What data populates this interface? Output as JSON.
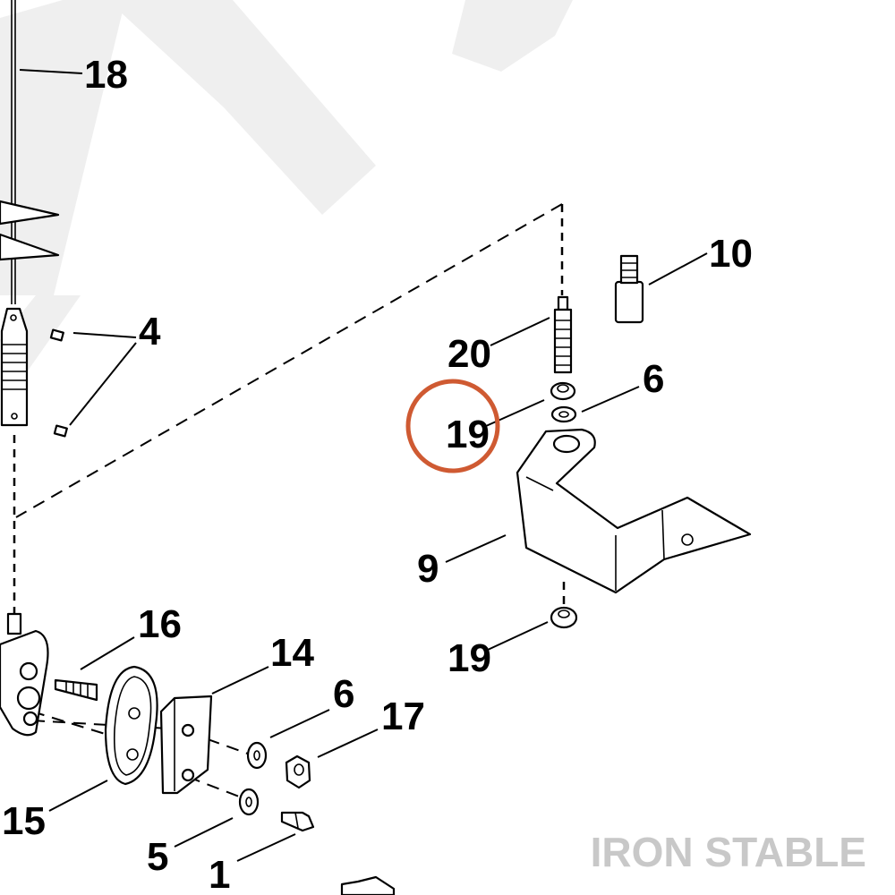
{
  "diagram": {
    "callouts": [
      {
        "id": "18",
        "label": "18"
      },
      {
        "id": "10",
        "label": "10"
      },
      {
        "id": "4",
        "label": "4"
      },
      {
        "id": "20",
        "label": "20"
      },
      {
        "id": "6a",
        "label": "6"
      },
      {
        "id": "19a",
        "label": "19"
      },
      {
        "id": "9",
        "label": "9"
      },
      {
        "id": "19b",
        "label": "19"
      },
      {
        "id": "16",
        "label": "16"
      },
      {
        "id": "14",
        "label": "14"
      },
      {
        "id": "6b",
        "label": "6"
      },
      {
        "id": "17",
        "label": "17"
      },
      {
        "id": "15",
        "label": "15"
      },
      {
        "id": "5",
        "label": "5"
      },
      {
        "id": "1",
        "label": "1"
      }
    ],
    "highlight": {
      "callout": "19",
      "color": "#cf5a32"
    }
  },
  "watermark": {
    "text": "IRON STABLE",
    "color": "#c8c8c8"
  },
  "colors": {
    "line": "#000000",
    "background": "#ffffff",
    "watermark_bg": "#efefef"
  }
}
